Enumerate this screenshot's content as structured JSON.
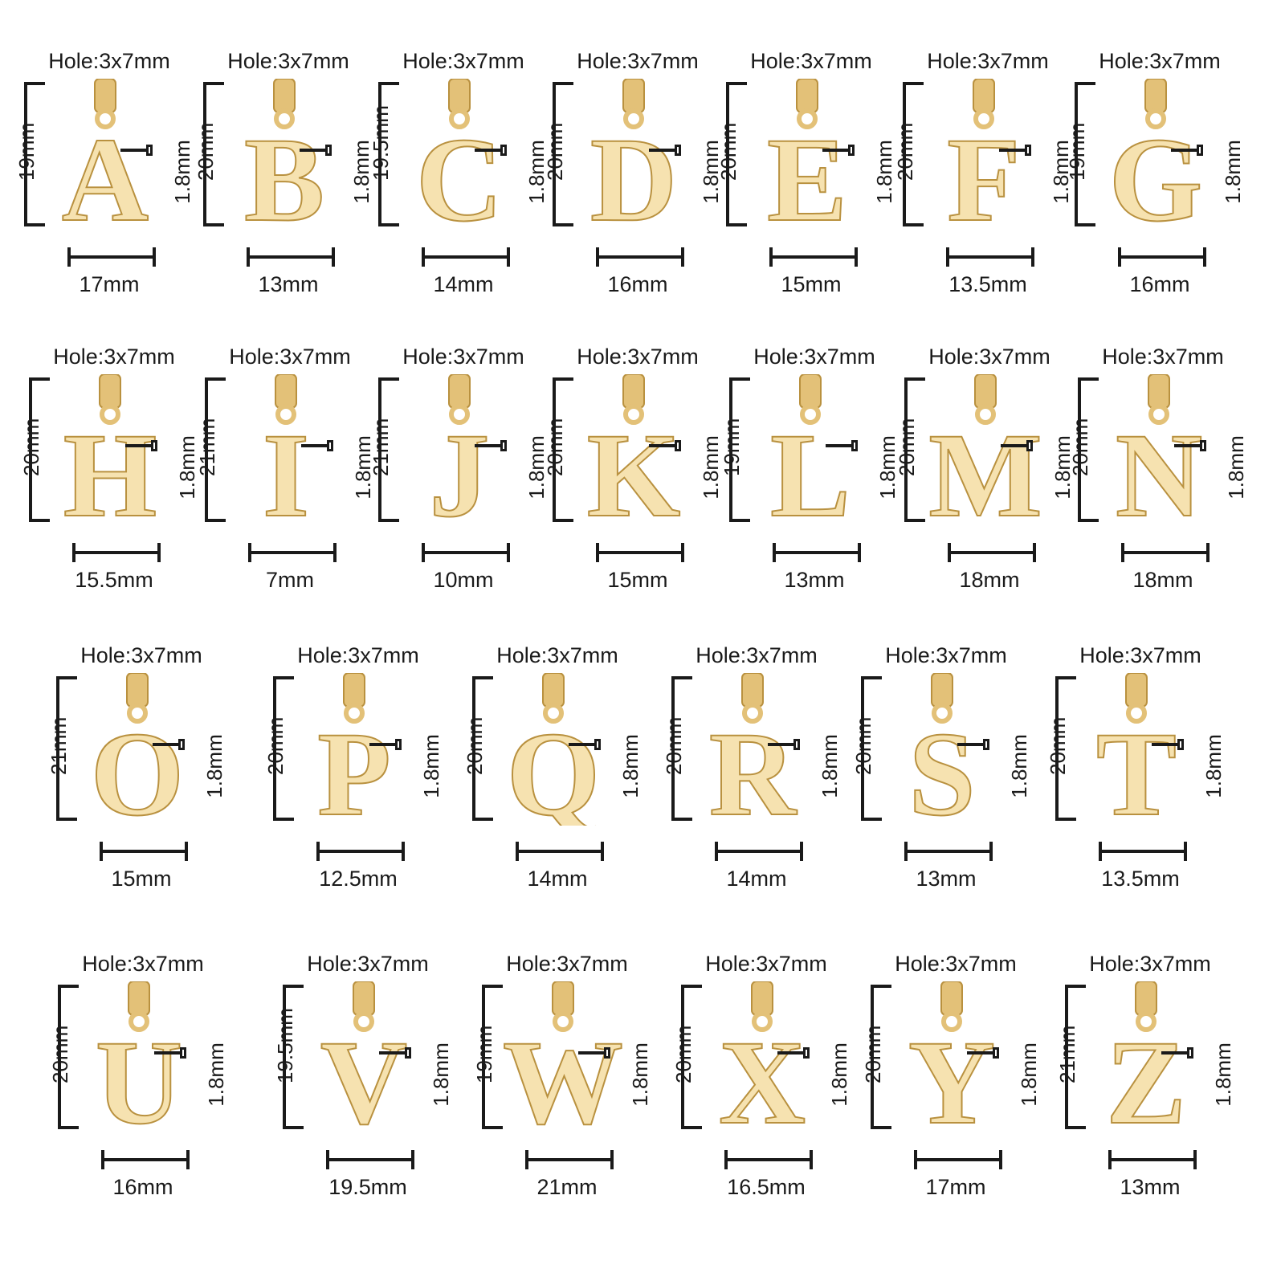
{
  "colors": {
    "gold_light": "#f6e2b0",
    "gold_mid": "#e3c178",
    "gold_dark": "#b9913f",
    "ink": "#1a1a1a"
  },
  "pendants": [
    {
      "letter": "A",
      "hole": "Hole:3x7mm",
      "height": "19mm",
      "thickness": "1.8mm",
      "width": "17mm"
    },
    {
      "letter": "B",
      "hole": "Hole:3x7mm",
      "height": "20mm",
      "thickness": "1.8mm",
      "width": "13mm"
    },
    {
      "letter": "C",
      "hole": "Hole:3x7mm",
      "height": "19.5mm",
      "thickness": "1.8mm",
      "width": "14mm"
    },
    {
      "letter": "D",
      "hole": "Hole:3x7mm",
      "height": "20mm",
      "thickness": "1.8mm",
      "width": "16mm"
    },
    {
      "letter": "E",
      "hole": "Hole:3x7mm",
      "height": "20mm",
      "thickness": "1.8mm",
      "width": "15mm"
    },
    {
      "letter": "F",
      "hole": "Hole:3x7mm",
      "height": "20mm",
      "thickness": "1.8mm",
      "width": "13.5mm"
    },
    {
      "letter": "G",
      "hole": "Hole:3x7mm",
      "height": "19mm",
      "thickness": "1.8mm",
      "width": "16mm"
    },
    {
      "letter": "H",
      "hole": "Hole:3x7mm",
      "height": "20mm",
      "thickness": "1.8mm",
      "width": "15.5mm"
    },
    {
      "letter": "I",
      "hole": "Hole:3x7mm",
      "height": "21mm",
      "thickness": "1.8mm",
      "width": "7mm"
    },
    {
      "letter": "J",
      "hole": "Hole:3x7mm",
      "height": "21mm",
      "thickness": "1.8mm",
      "width": "10mm"
    },
    {
      "letter": "K",
      "hole": "Hole:3x7mm",
      "height": "20mm",
      "thickness": "1.8mm",
      "width": "15mm"
    },
    {
      "letter": "L",
      "hole": "Hole:3x7mm",
      "height": "19mm",
      "thickness": "1.8mm",
      "width": "13mm"
    },
    {
      "letter": "M",
      "hole": "Hole:3x7mm",
      "height": "20mm",
      "thickness": "1.8mm",
      "width": "18mm"
    },
    {
      "letter": "N",
      "hole": "Hole:3x7mm",
      "height": "20mm",
      "thickness": "1.8mm",
      "width": "18mm"
    },
    {
      "letter": "O",
      "hole": "Hole:3x7mm",
      "height": "21mm",
      "thickness": "1.8mm",
      "width": "15mm"
    },
    {
      "letter": "P",
      "hole": "Hole:3x7mm",
      "height": "20mm",
      "thickness": "1.8mm",
      "width": "12.5mm"
    },
    {
      "letter": "Q",
      "hole": "Hole:3x7mm",
      "height": "20mm",
      "thickness": "1.8mm",
      "width": "14mm"
    },
    {
      "letter": "R",
      "hole": "Hole:3x7mm",
      "height": "20mm",
      "thickness": "1.8mm",
      "width": "14mm"
    },
    {
      "letter": "S",
      "hole": "Hole:3x7mm",
      "height": "20mm",
      "thickness": "1.8mm",
      "width": "13mm"
    },
    {
      "letter": "T",
      "hole": "Hole:3x7mm",
      "height": "20mm",
      "thickness": "1.8mm",
      "width": "13.5mm"
    },
    {
      "letter": "U",
      "hole": "Hole:3x7mm",
      "height": "20mm",
      "thickness": "1.8mm",
      "width": "16mm"
    },
    {
      "letter": "V",
      "hole": "Hole:3x7mm",
      "height": "19.5mm",
      "thickness": "1.8mm",
      "width": "19.5mm"
    },
    {
      "letter": "W",
      "hole": "Hole:3x7mm",
      "height": "19mm",
      "thickness": "1.8mm",
      "width": "21mm"
    },
    {
      "letter": "X",
      "hole": "Hole:3x7mm",
      "height": "20mm",
      "thickness": "1.8mm",
      "width": "16.5mm"
    },
    {
      "letter": "Y",
      "hole": "Hole:3x7mm",
      "height": "20mm",
      "thickness": "1.8mm",
      "width": "17mm"
    },
    {
      "letter": "Z",
      "hole": "Hole:3x7mm",
      "height": "21mm",
      "thickness": "1.8mm",
      "width": "13mm"
    }
  ]
}
